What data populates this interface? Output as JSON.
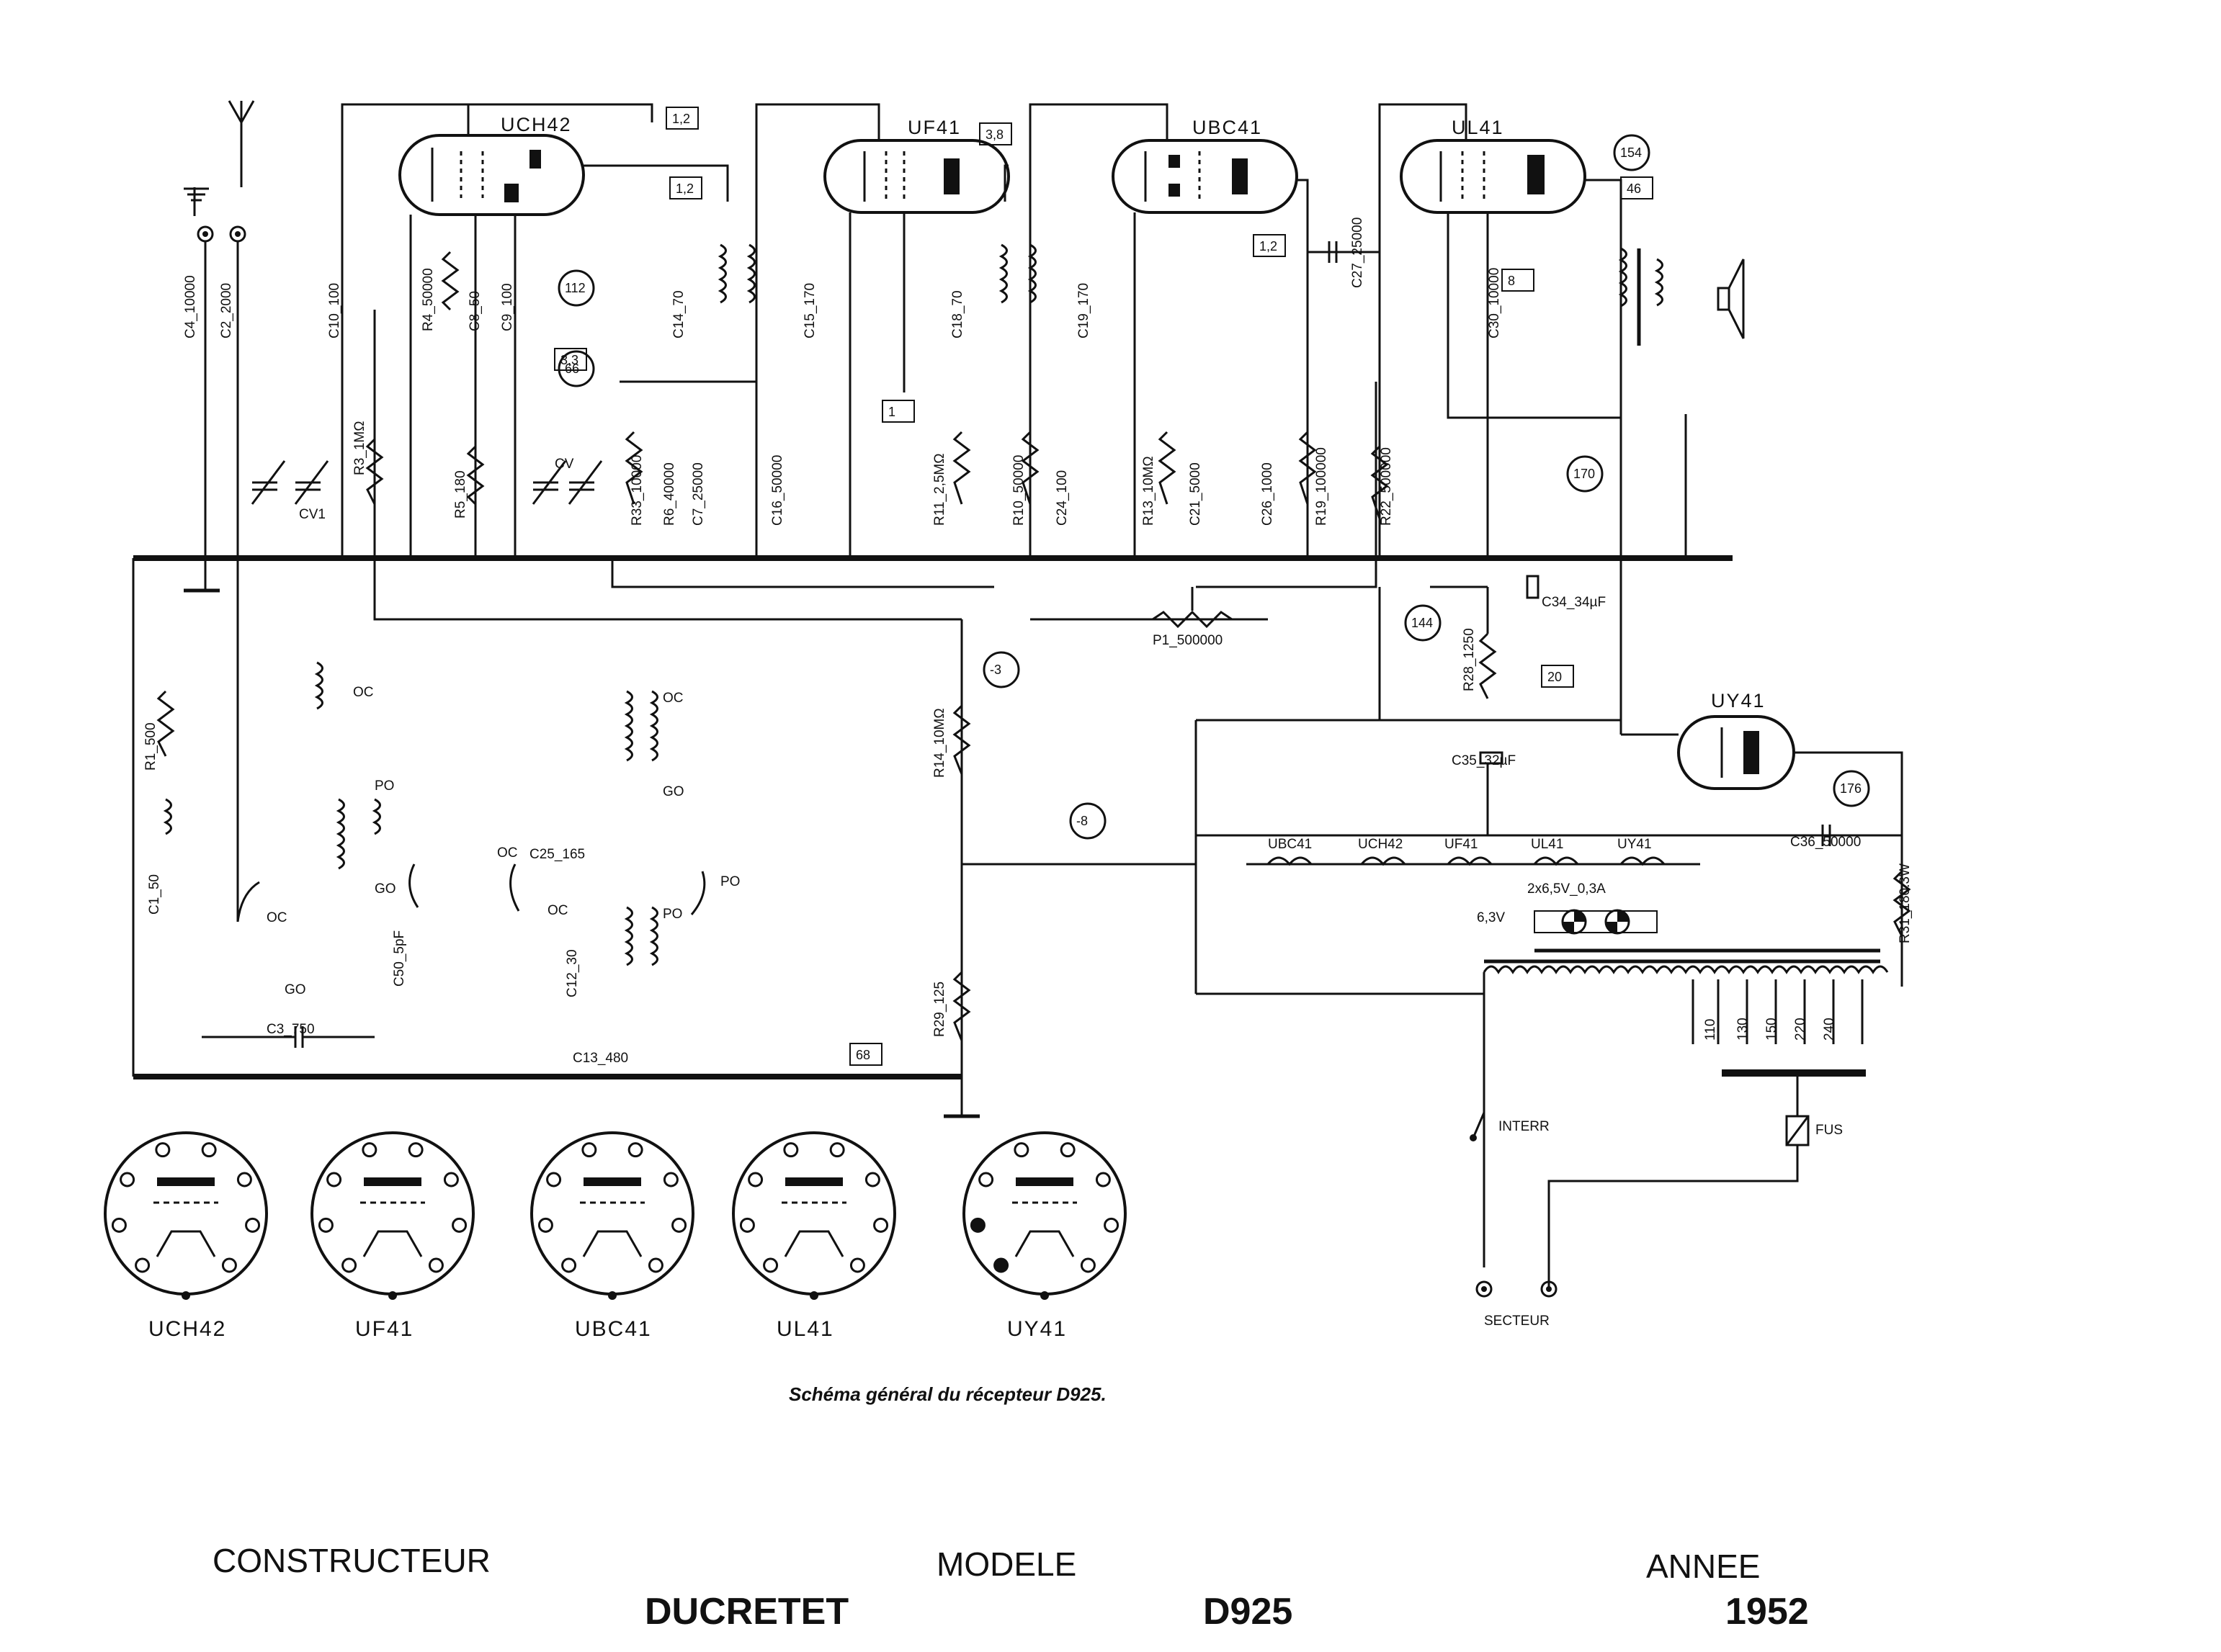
{
  "diagram": {
    "caption": "Schéma général du récepteur D925.",
    "tubes": [
      {
        "name": "UCH42"
      },
      {
        "name": "UF41"
      },
      {
        "name": "UBC41"
      },
      {
        "name": "UL41"
      },
      {
        "name": "UY41"
      }
    ],
    "tube_bases": [
      "UCH42",
      "UF41",
      "UBC41",
      "UL41",
      "UY41"
    ],
    "heater_chain": [
      "UBC41",
      "UCH42",
      "UF41",
      "UL41",
      "UY41"
    ],
    "component_labels": [
      "C4_10000",
      "C2_2000",
      "C10_100",
      "R4_50000",
      "C8_50",
      "C9_100",
      "C14_70",
      "C15_170",
      "C18_70",
      "C19_170",
      "C27_25000",
      "C30_10000",
      "CV1",
      "CV",
      "R3_1MΩ",
      "R5_180",
      "R33_10000",
      "R6_40000",
      "C7_25000",
      "C16_50000",
      "R11_2,5MΩ",
      "R10_50000",
      "C24_100",
      "R13_10MΩ",
      "C21_5000",
      "C26_1000",
      "R19_100000",
      "R22_500000",
      "R1_500",
      "C1_50",
      "C3_750",
      "C50_5pF",
      "C25_165",
      "C12_30",
      "C13_480",
      "R14_10MΩ",
      "R29_125",
      "R28_1250",
      "C34_34µF",
      "C35_32µF",
      "C36_50000",
      "R31_180.3W",
      "P1_500000"
    ],
    "box_labels": [
      "1,2",
      "1,2",
      "3,8",
      "1,2",
      "8",
      "46",
      "3,3",
      "1",
      "20",
      "68"
    ],
    "circle_labels": [
      "112",
      "66",
      "154",
      "170",
      "144",
      "-3",
      "-8",
      "176"
    ],
    "coil_labels": [
      "OC",
      "PO",
      "GO",
      "OC",
      "GO",
      "PO",
      "OC",
      "PO",
      "GO",
      "OC",
      "OC"
    ],
    "pilot_lamps": "2x6,5V_0,3A",
    "heater_voltage": "6,3V",
    "transformer_taps": [
      "110",
      "130",
      "150",
      "220",
      "240"
    ],
    "interr_label": "INTERR",
    "fuse_label": "FUS",
    "mains_label": "SECTEUR"
  },
  "footer": {
    "constructeur_label": "CONSTRUCTEUR",
    "constructeur_value": "DUCRETET",
    "modele_label": "MODELE",
    "modele_value": "D925",
    "annee_label": "ANNEE",
    "annee_value": "1952"
  }
}
